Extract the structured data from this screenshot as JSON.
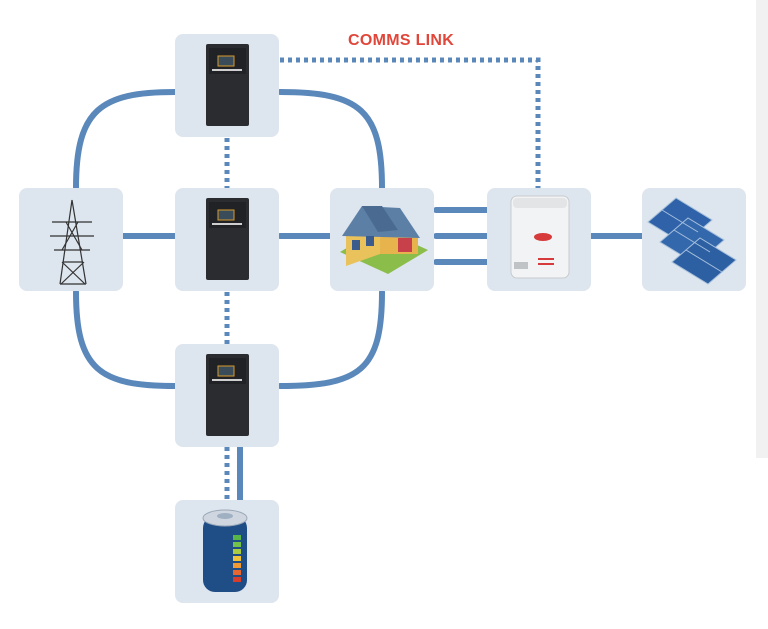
{
  "diagram": {
    "comms_link_label": "COMMS LINK",
    "colors": {
      "line": "#5b88bb",
      "tile": "#dde5ee",
      "label": "#e1463a",
      "inverter": "#2a2c30",
      "solar_panel": "#2f62a8"
    },
    "nodes": [
      {
        "id": "grid-pylon",
        "icon": "power-pylon-icon"
      },
      {
        "id": "storage-inverter-top",
        "icon": "storage-inverter-icon"
      },
      {
        "id": "storage-inverter-middle",
        "icon": "storage-inverter-icon"
      },
      {
        "id": "storage-inverter-bottom",
        "icon": "storage-inverter-icon"
      },
      {
        "id": "house",
        "icon": "house-icon"
      },
      {
        "id": "solar-inverter",
        "icon": "solar-inverter-icon"
      },
      {
        "id": "solar-panels",
        "icon": "solar-panel-icon"
      },
      {
        "id": "battery",
        "icon": "battery-icon"
      }
    ]
  }
}
